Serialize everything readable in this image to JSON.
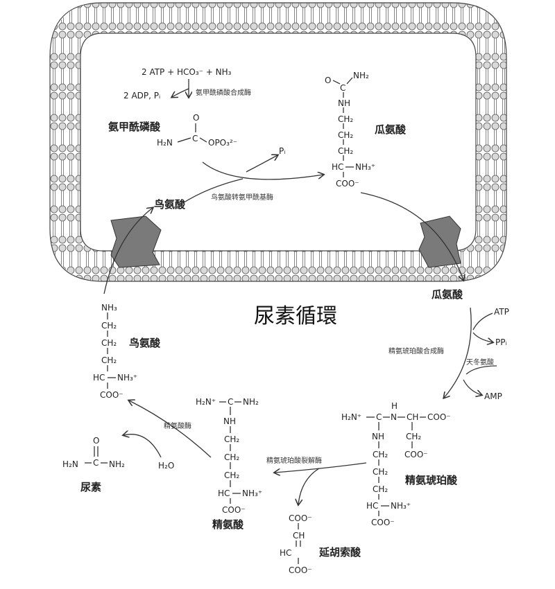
{
  "title": "尿素循環",
  "mito": {
    "reaction_input": "2 ATP + HCO₃⁻ + NH₃",
    "reaction_output": "2 ADP, Pᵢ",
    "enzyme_cps": "氨甲酰磷酸合成酶",
    "cp_name": "氨甲酰磷酸",
    "cp_left": "H₂N",
    "cp_c": "C",
    "cp_right": "OPO₃²⁻",
    "cp_o": "O",
    "pi": "Pᵢ",
    "enzyme_otc": "鸟氨酸转氨甲酰基酶",
    "ornithine_in": "鸟氨酸",
    "citrulline_in": "瓜氨酸",
    "cit_nh2": "NH₂",
    "cit_o": "O",
    "cit_c": "C",
    "cit_nh": "NH",
    "cit_ch2a": "CH₂",
    "cit_ch2b": "CH₂",
    "cit_ch2c": "CH₂",
    "cit_hc": "HC",
    "cit_nh3": "NH₃⁺",
    "cit_coo": "COO⁻"
  },
  "cyto": {
    "citrulline_out": "瓜氨酸",
    "atp": "ATP",
    "ppi": "PPᵢ",
    "enzyme_ass": "精氨琥珀酸合成酶",
    "aspartate": "天冬氨酸",
    "amp": "AMP",
    "argsucc_name": "精氨琥珀酸",
    "as_h2n": "H₂N⁺",
    "as_h": "H",
    "as_c": "C",
    "as_n": "N",
    "as_ch": "CH",
    "as_coo1": "COO⁻",
    "as_ch2": "CH₂",
    "as_coo2": "COO⁻",
    "as_nh": "NH",
    "as_ch2a": "CH₂",
    "as_ch2b": "CH₂",
    "as_ch2c": "CH₂",
    "as_hc": "HC",
    "as_nh3": "NH₃⁺",
    "as_coo3": "COO⁻",
    "enzyme_asl": "精氨琥珀酸裂解酶",
    "fumarate_name": "延胡索酸",
    "fu_coo1": "COO⁻",
    "fu_ch": "CH",
    "fu_hc": "HC",
    "fu_coo2": "COO⁻",
    "arginine_name": "精氨酸",
    "arg_h2n": "H₂N⁺",
    "arg_nh2": "NH₂",
    "arg_c": "C",
    "arg_nh": "NH",
    "arg_ch2a": "CH₂",
    "arg_ch2b": "CH₂",
    "arg_ch2c": "CH₂",
    "arg_hc": "HC",
    "arg_nh3": "NH₃⁺",
    "arg_coo": "COO⁻",
    "enzyme_arginase": "精氨酸酶",
    "h2o": "H₂O",
    "urea_name": "尿素",
    "urea_o": "O",
    "urea_c": "C",
    "urea_h2n": "H₂N",
    "urea_nh2": "NH₂",
    "ornithine_out_name": "鸟氨酸",
    "orn_nh3": "NH₃",
    "orn_ch2a": "CH₂",
    "orn_ch2b": "CH₂",
    "orn_ch2c": "CH₂",
    "orn_hc": "HC",
    "orn_nh3b": "NH₃⁺",
    "orn_coo": "COO⁻"
  }
}
